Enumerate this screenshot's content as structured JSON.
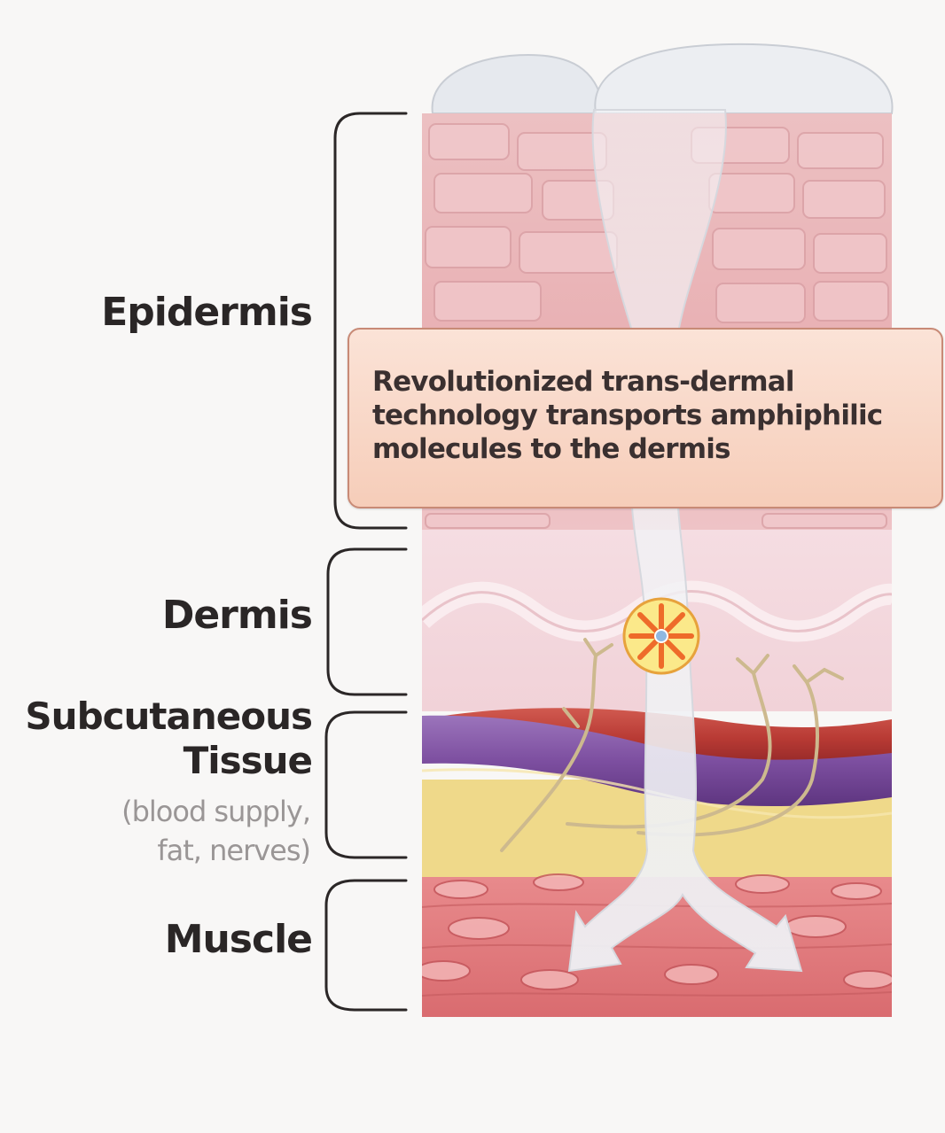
{
  "layers": {
    "epidermis": "Epidermis",
    "dermis": "Dermis",
    "subcutaneous_line1": "Subcutaneous",
    "subcutaneous_line2": "Tissue",
    "subcutaneous_note_line1": "(blood supply,",
    "subcutaneous_note_line2": "fat, nerves)",
    "muscle": "Muscle"
  },
  "callout": {
    "line1": "Revolutionized trans-dermal",
    "line2": "technology transports amphiphilic",
    "line3": "molecules to the dermis"
  },
  "colors": {
    "epidermis": "#eab4b6",
    "dermis": "#f2d2d8",
    "vein": "#7d4fa0",
    "artery": "#b83a34",
    "fat": "#efd98a",
    "muscle": "#d96b6f",
    "arrow": "#f2f3f6",
    "molecule": "#f39a2e"
  }
}
